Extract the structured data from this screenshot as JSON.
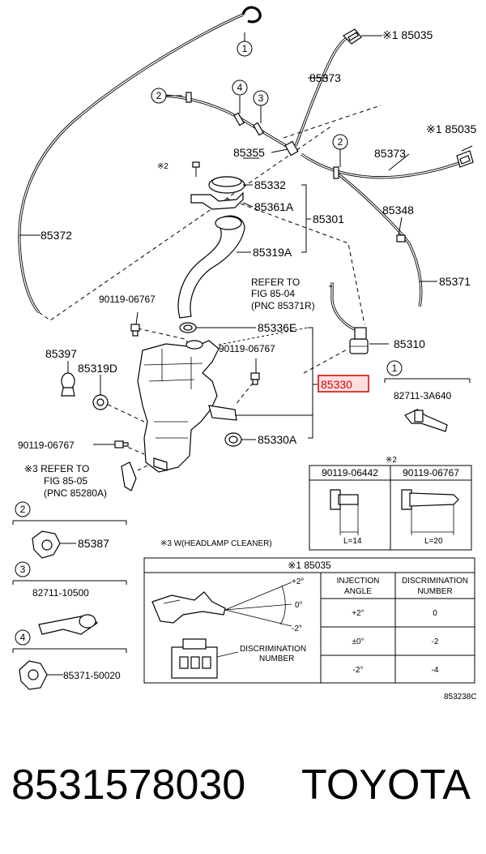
{
  "labels": {
    "p85035_a": "※1 85035",
    "p85373_a": "85373",
    "p85035_b": "※1 85035",
    "p85355": "85355",
    "p85373_b": "85373",
    "p85332": "85332",
    "p85361a": "85361A",
    "p85301": "85301",
    "p85348": "85348",
    "p85372": "85372",
    "p85319a": "85319A",
    "p85371": "85371",
    "refer1_l1": "REFER TO",
    "refer1_l2": "FIG 85-04",
    "refer1_l3": "(PNC 85371R)",
    "p90119_06767_a": "90119-06767",
    "p85336e": "85336E",
    "p85310": "85310",
    "p85397": "85397",
    "p90119_06767_b": "90119-06767",
    "p85319d": "85319D",
    "p85330": "85330",
    "p82711_3a640": "82711-3A640",
    "p90119_06767_c": "90119-06767",
    "p85330a": "85330A",
    "refer2_l1": "※3  REFER TO",
    "refer2_l2": "FIG 85-05",
    "refer2_l3": "(PNC 85280A)",
    "p85387": "85387",
    "p82711_10500": "82711-10500",
    "p85371_50020": "85371-50020",
    "note_x2": "※2",
    "note_x2_b": "※2",
    "note_x3": "※3  W(HEADLAMP CLEANER)",
    "diagram_code": "853238C"
  },
  "callouts": [
    "1",
    "2",
    "3",
    "4",
    "2",
    "1",
    "2",
    "3",
    "4"
  ],
  "bolt_table": {
    "col1": "90119-06442",
    "col2": "90119-06767",
    "len1": "L=14",
    "len2": "L=20"
  },
  "nozzle_table": {
    "title": "※1 85035",
    "header_angle": [
      "INJECTION",
      "ANGLE"
    ],
    "header_disc": [
      "DISCRIMINATION",
      "NUMBER"
    ],
    "rows": [
      {
        "angle": "+2°",
        "number": "0"
      },
      {
        "angle": "±0°",
        "number": "-2"
      },
      {
        "angle": "-2°",
        "number": "-4"
      }
    ],
    "angle_marks": [
      "+2°",
      "0°",
      "-2°"
    ],
    "disc_label": [
      "DISCRIMINATION",
      "NUMBER"
    ]
  },
  "highlight_color": "#d40000",
  "footer": {
    "part_number": "8531578030",
    "brand": "TOYOTA"
  }
}
